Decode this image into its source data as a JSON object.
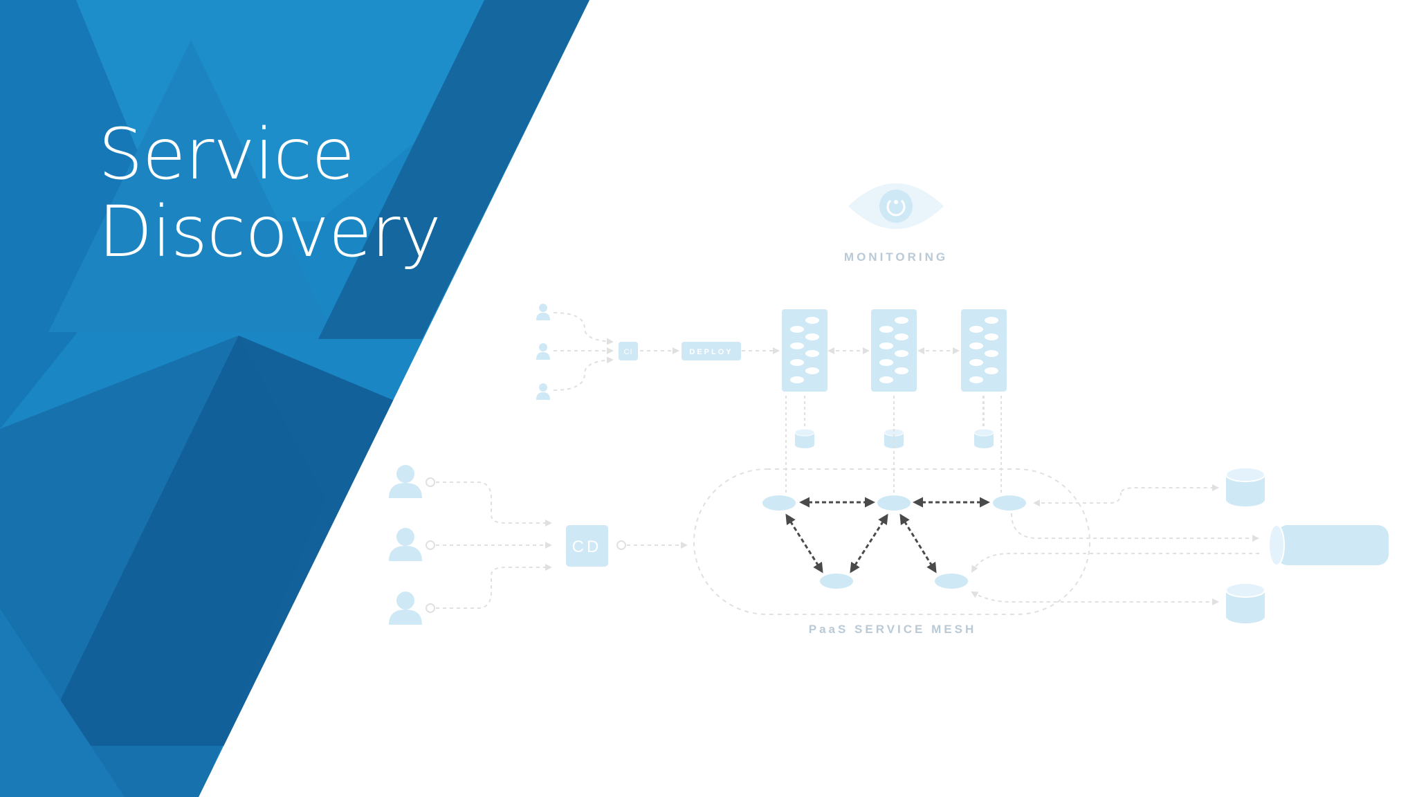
{
  "slide": {
    "title_line1": "Service",
    "title_line2": "Discovery"
  },
  "diagram": {
    "monitoring_label": "MONITORING",
    "ci_label": "CI",
    "deploy_label": "DEPLOY",
    "cd_label": "CD",
    "mesh_label": "PaaS SERVICE MESH"
  },
  "colors": {
    "panel_blue": "#1a86c4",
    "panel_dark": "#10639c",
    "diagram_light_blue": "#cfe8f6",
    "arrow_dark": "#4a4a4a",
    "label_gray": "#b9c9d6"
  },
  "icons": [
    "eye-icon",
    "user-icon",
    "database-icon",
    "storage-cylinder-icon"
  ]
}
